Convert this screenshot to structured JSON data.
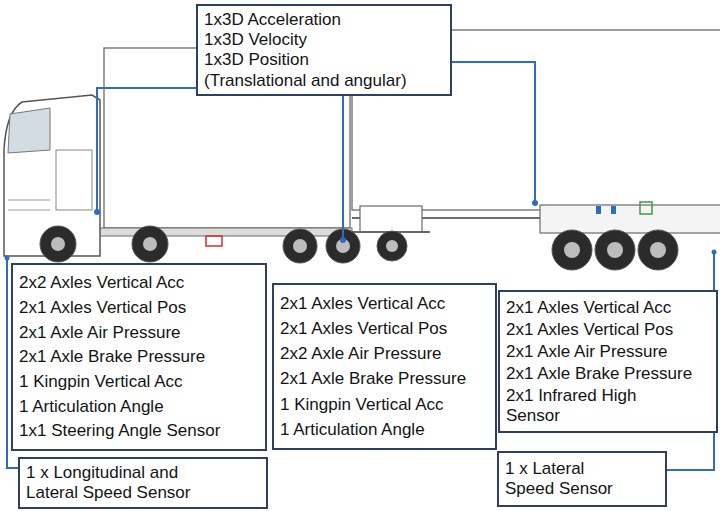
{
  "diagram": {
    "nodes": [
      {
        "text": [
          "1x3D Acceleration",
          "1x3D Velocity",
          "1x3D Position",
          "(Translational and angular)"
        ]
      },
      {
        "text": [
          "2x2 Axles Vertical Acc",
          "2x1 Axles Vertical Pos",
          "2x1 Axle Air Pressure",
          "2x1 Axle Brake Pressure",
          "1 Kingpin Vertical Acc",
          "1 Articulation Angle",
          "1x1 Steering Angle Sensor"
        ]
      },
      {
        "text": [
          "2x1 Axles Vertical Acc",
          "2x1 Axles Vertical Pos",
          "2x2 Axle Air Pressure",
          "2x1 Axle Brake Pressure",
          "1 Kingpin Vertical Acc",
          "1 Articulation Angle"
        ]
      },
      {
        "text": [
          "2x1 Axles Vertical Acc",
          "2x1 Axles Vertical Pos",
          "2x1 Axle Air Pressure",
          "2x1 Axle Brake Pressure",
          "2x1 Infrared High Sensor"
        ]
      },
      {
        "text": [
          "1 x Longitudinal and Lateral Speed Sensor"
        ]
      },
      {
        "text": [
          "1 x Lateral Speed Sensor"
        ]
      }
    ]
  }
}
